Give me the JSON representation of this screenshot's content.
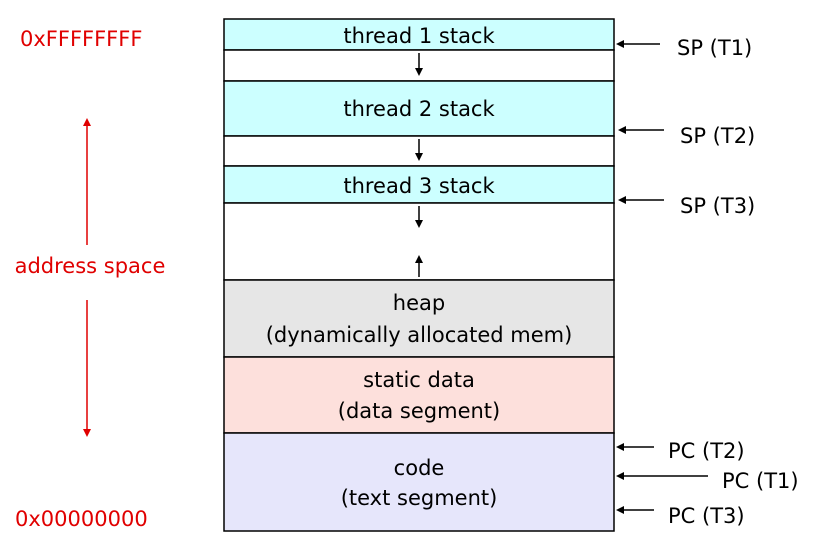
{
  "address_labels": {
    "top": "0xFFFFFFFF",
    "bottom": "0x00000000",
    "middle": "address space"
  },
  "segments": {
    "thread1_stack": "thread 1 stack",
    "thread2_stack": "thread 2 stack",
    "thread3_stack": "thread 3 stack",
    "heap_line1": "heap",
    "heap_line2": "(dynamically allocated mem)",
    "static_line1": "static data",
    "static_line2": "(data segment)",
    "code_line1": "code",
    "code_line2": "(text segment)"
  },
  "pointers": {
    "sp_t1": "SP (T1)",
    "sp_t2": "SP (T2)",
    "sp_t3": "SP (T3)",
    "pc_t2": "PC (T2)",
    "pc_t1": "PC (T1)",
    "pc_t3": "PC (T3)"
  },
  "colors": {
    "stack": "#ccffff",
    "heap": "#e6e6e6",
    "static": "#fde0dc",
    "code": "#e6e6fb",
    "address": "#e00000"
  }
}
